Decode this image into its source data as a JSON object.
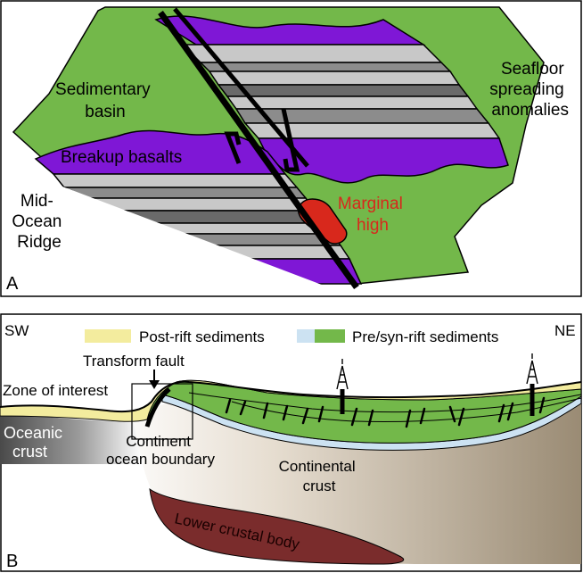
{
  "panel_a": {
    "letter": "A",
    "labels": {
      "sedimentary_basin": [
        "Sedimentary",
        "basin"
      ],
      "seafloor_spreading": [
        "Seafloor",
        "spreading",
        "anomalies"
      ],
      "breakup_basalts": "Breakup basalts",
      "mid_ocean_ridge": [
        "Mid-",
        "Ocean",
        "Ridge"
      ],
      "marginal_high": [
        "Marginal",
        "high"
      ]
    }
  },
  "panel_b": {
    "letter": "B",
    "direction_left": "SW",
    "direction_right": "NE",
    "legend": {
      "post_rift": "Post-rift sediments",
      "pre_syn_rift": "Pre/syn-rift sediments"
    },
    "labels": {
      "transform_fault": "Transform fault",
      "zone_of_interest": "Zone of interest",
      "oceanic_crust": [
        "Oceanic",
        "crust"
      ],
      "continent_ocean_boundary": [
        "Continent",
        "ocean boundary"
      ],
      "continental_crust": [
        "Continental",
        "crust"
      ],
      "lower_crustal_body": "Lower crustal body"
    }
  },
  "colors": {
    "green": "#73b84a",
    "purple": "#7f17d6",
    "light_gray": "#c8c8c8",
    "mid_gray": "#8c8c8c",
    "dark_gray": "#6a6a6a",
    "red": "#d8281c",
    "yellow": "#f3ec9e",
    "light_blue": "#cce2f2",
    "crustal_brown": "#7a2c2c",
    "continental_tan": "#a99b86"
  },
  "icons": [
    "shear-arrow-icon",
    "down-arrow-icon",
    "oil-derrick-icon"
  ]
}
